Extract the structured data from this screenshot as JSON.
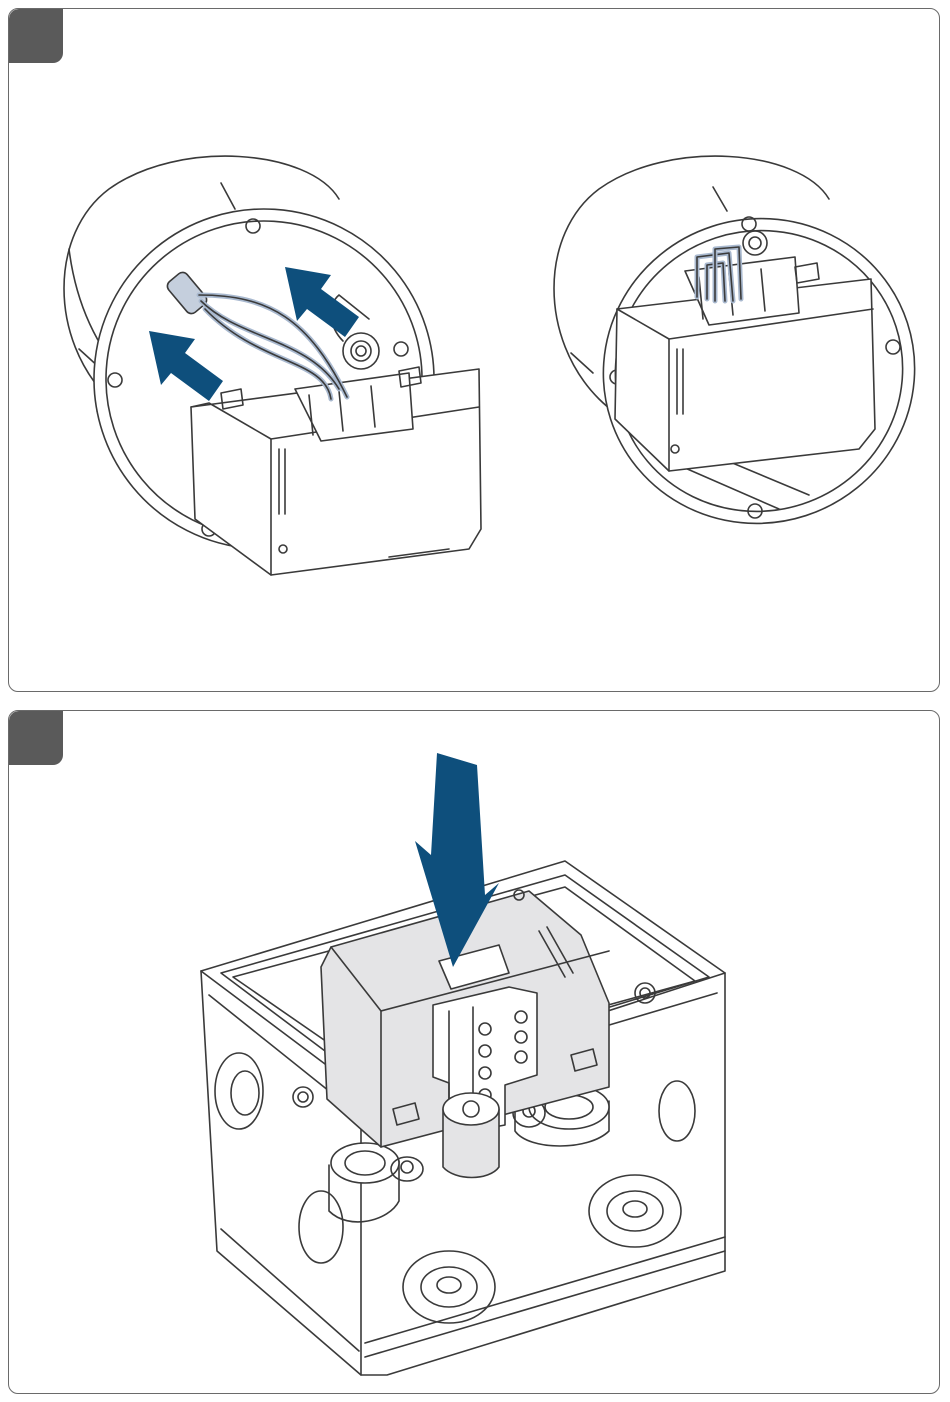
{
  "colors": {
    "arrow": "#0e4f7c",
    "badge": "#5a5a5a",
    "outline": "#3a3a3a",
    "module_fill": "#e4e4e6",
    "wire": "#a9b9cf",
    "frame": "#6a6a6a"
  },
  "steps": [
    {
      "badge_icon": "step-badge-blank",
      "illustration": "remove-insert-from-flush-box",
      "arrows": [
        "arrow-up-left",
        "arrow-up-left"
      ]
    },
    {
      "badge_icon": "step-badge-blank",
      "illustration": "insert-into-surface-box",
      "arrows": [
        "arrow-down"
      ]
    }
  ]
}
